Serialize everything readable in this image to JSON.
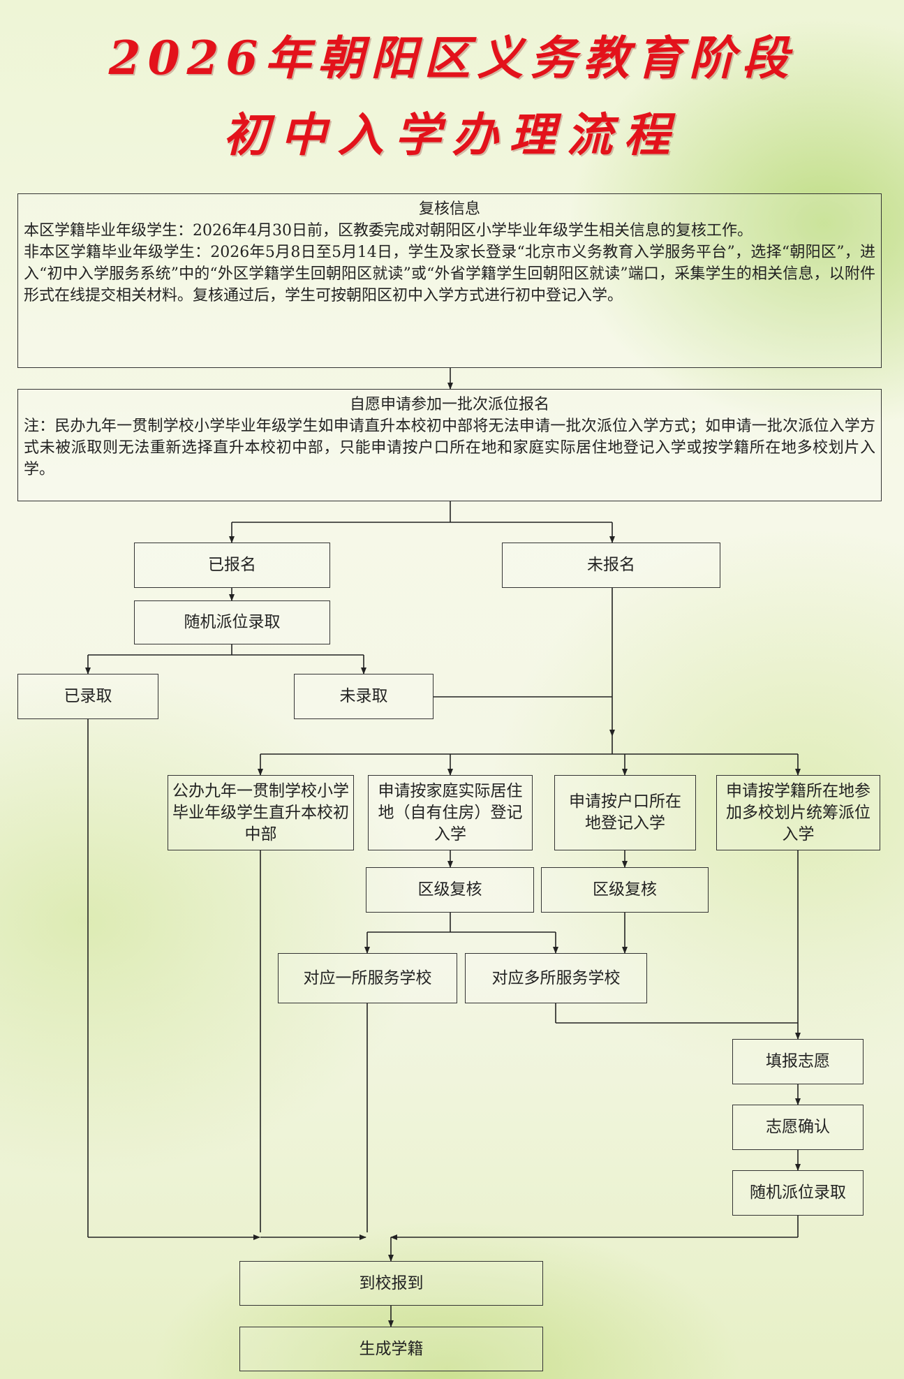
{
  "title": {
    "line1": "2026年朝阳区义务教育阶段",
    "line2": "初中入学办理流程"
  },
  "review": {
    "heading": "复核信息",
    "para1": "本区学籍毕业年级学生：2026年4月30日前，区教委完成对朝阳区小学毕业年级学生相关信息的复核工作。",
    "para2": "非本区学籍毕业年级学生：2026年5月8日至5月14日，学生及家长登录“北京市义务教育入学服务平台”，选择“朝阳区”，进入“初中入学服务系统”中的“外区学籍学生回朝阳区就读”或“外省学籍学生回朝阳区就读”端口，采集学生的相关信息，以附件形式在线提交相关材料。复核通过后，学生可按朝阳区初中入学方式进行初中登记入学。"
  },
  "voluntary": {
    "heading": "自愿申请参加一批次派位报名",
    "note": "注：民办九年一贯制学校小学毕业年级学生如申请直升本校初中部将无法申请一批次派位入学方式；如申请一批次派位入学方式未被派取则无法重新选择直升本校初中部，只能申请按户口所在地和家庭实际居住地登记入学或按学籍所在地多校划片入学。"
  },
  "nodes": {
    "registered": "已报名",
    "not_registered": "未报名",
    "random_lottery": "随机派位录取",
    "admitted": "已录取",
    "not_admitted": "未录取",
    "public_direct": "公办九年一贯制学校小学毕业年级学生直升本校初中部",
    "residence": "申请按家庭实际居住地（自有住房）登记入学",
    "hukou": "申请按户口所在地登记入学",
    "school_district": "申请按学籍所在地参加多校划片统筹派位入学",
    "district_review_1": "区级复核",
    "district_review_2": "区级复核",
    "single_school": "对应一所服务学校",
    "multi_school": "对应多所服务学校",
    "fill_choices": "填报志愿",
    "confirm_choices": "志愿确认",
    "random_lottery_2": "随机派位录取",
    "report_school": "到校报到",
    "generate_record": "生成学籍"
  }
}
